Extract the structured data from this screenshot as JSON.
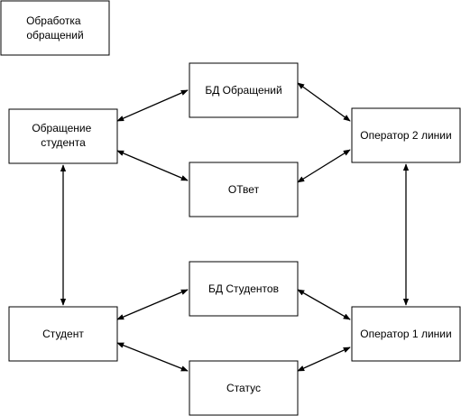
{
  "diagram": {
    "title_box": {
      "lines": [
        "Обработка",
        "обращений"
      ]
    },
    "nodes": {
      "db_requests": {
        "lines": [
          "БД Обращений"
        ]
      },
      "student_request": {
        "lines": [
          "Обращение",
          "студента"
        ]
      },
      "operator_2": {
        "lines": [
          "Оператор 2 линии"
        ]
      },
      "answer": {
        "lines": [
          "ОТвет"
        ]
      },
      "db_students": {
        "lines": [
          "БД Студентов"
        ]
      },
      "student": {
        "lines": [
          "Студент"
        ]
      },
      "operator_1": {
        "lines": [
          "Оператор 1 линии"
        ]
      },
      "status": {
        "lines": [
          "Статус"
        ]
      }
    },
    "edges": [
      {
        "from": "student_request",
        "to": "db_requests",
        "direction": "both"
      },
      {
        "from": "student_request",
        "to": "answer",
        "direction": "both"
      },
      {
        "from": "db_requests",
        "to": "operator_2",
        "direction": "both"
      },
      {
        "from": "answer",
        "to": "operator_2",
        "direction": "both"
      },
      {
        "from": "student_request",
        "to": "student",
        "direction": "both"
      },
      {
        "from": "operator_2",
        "to": "operator_1",
        "direction": "both"
      },
      {
        "from": "student",
        "to": "db_students",
        "direction": "both"
      },
      {
        "from": "student",
        "to": "status",
        "direction": "both"
      },
      {
        "from": "db_students",
        "to": "operator_1",
        "direction": "both"
      },
      {
        "from": "status",
        "to": "operator_1",
        "direction": "both"
      }
    ],
    "colors": {
      "stroke": "#000000",
      "fill": "#ffffff",
      "text": "#000000"
    }
  }
}
